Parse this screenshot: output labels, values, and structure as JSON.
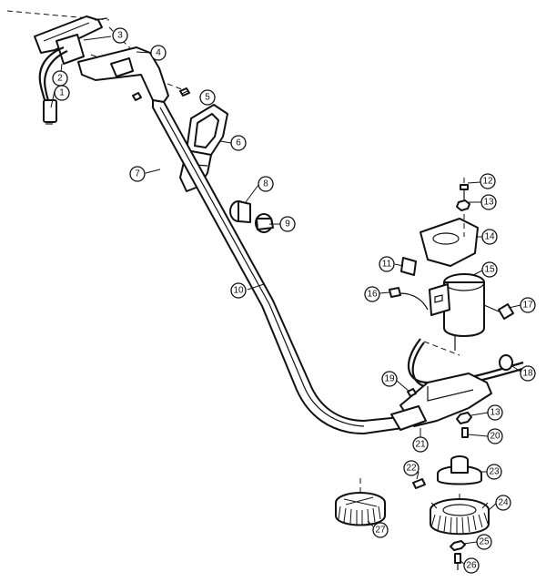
{
  "callouts": [
    {
      "id": "1",
      "label": "1"
    },
    {
      "id": "2",
      "label": "2"
    },
    {
      "id": "3",
      "label": "3"
    },
    {
      "id": "4",
      "label": "4"
    },
    {
      "id": "5",
      "label": "5"
    },
    {
      "id": "6",
      "label": "6"
    },
    {
      "id": "7",
      "label": "7"
    },
    {
      "id": "8",
      "label": "8"
    },
    {
      "id": "9",
      "label": "9"
    },
    {
      "id": "10",
      "label": "10"
    },
    {
      "id": "11",
      "label": "11"
    },
    {
      "id": "12",
      "label": "12"
    },
    {
      "id": "13a",
      "label": "13"
    },
    {
      "id": "14",
      "label": "14"
    },
    {
      "id": "15",
      "label": "15"
    },
    {
      "id": "16",
      "label": "16"
    },
    {
      "id": "17",
      "label": "17"
    },
    {
      "id": "18",
      "label": "18"
    },
    {
      "id": "19",
      "label": "19"
    },
    {
      "id": "13b",
      "label": "13"
    },
    {
      "id": "20",
      "label": "20"
    },
    {
      "id": "21",
      "label": "21"
    },
    {
      "id": "22",
      "label": "22"
    },
    {
      "id": "23",
      "label": "23"
    },
    {
      "id": "24",
      "label": "24"
    },
    {
      "id": "25",
      "label": "25"
    },
    {
      "id": "26",
      "label": "26"
    },
    {
      "id": "27",
      "label": "27"
    }
  ]
}
